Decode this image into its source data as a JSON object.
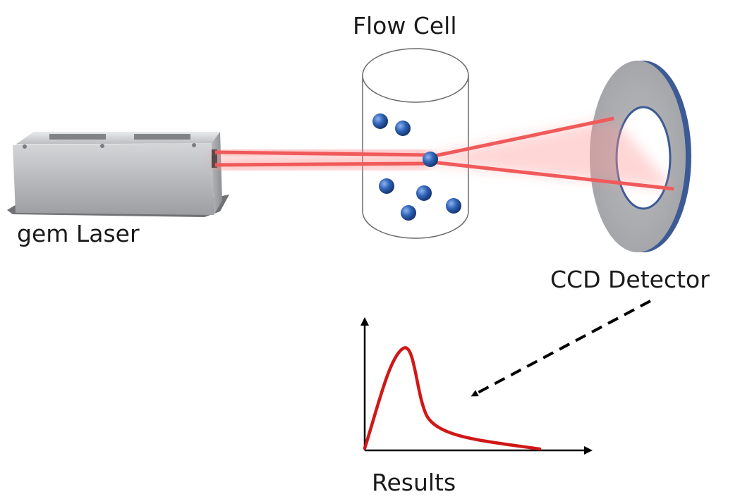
{
  "labels": {
    "flow_cell": "Flow Cell",
    "laser": "gem Laser",
    "detector": "CCD Detector",
    "results": "Results"
  },
  "colors": {
    "beam": "#f05a5a",
    "beam_glow": "#ff8a8a",
    "particle": "#2a5aa8",
    "detector_face": "#a9abae",
    "detector_edge": "#3c5a94",
    "laser_body": "#c9cbcd",
    "result_curve": "#d01818",
    "axis": "#000000"
  },
  "icons": {
    "laser": "laser-device-icon",
    "flow_cell": "cylinder-icon",
    "detector": "ring-detector-icon"
  }
}
